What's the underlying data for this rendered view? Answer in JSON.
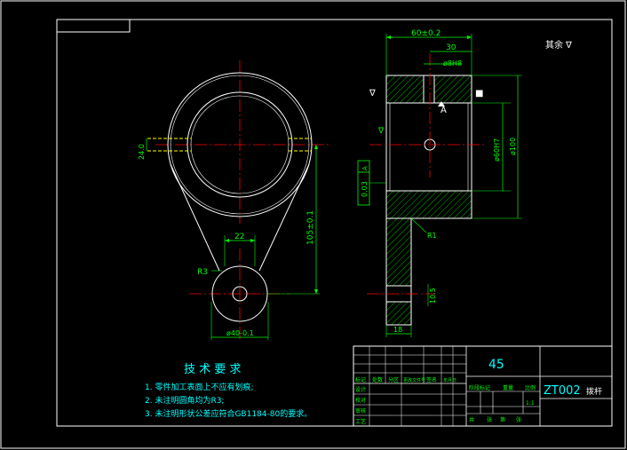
{
  "colors": {
    "background": "#000000",
    "border": "#ffffff",
    "outline": "#ffffff",
    "dimension": "#00ff00",
    "centerline": "#ff0000",
    "hatch": "#00ff00",
    "hidden_line": "#ffff00",
    "title_text": "#00ffff",
    "notes_text": "#00ffff",
    "frame_outer": "#00ffff"
  },
  "surface_note": "其余 ∇",
  "dimensions": {
    "overall_width": "60±0.2",
    "step_width": "30",
    "bore_dia": "ø8H8",
    "inner_dia": "ø60H7",
    "outer_dia": "ø100",
    "flange_width": "18",
    "hole_offset": "10.5",
    "center_distance": "105±0.1",
    "front_slot": "22",
    "front_base_dia": "ø40-0.1",
    "front_height": "24.0",
    "fillet_r3": "R3",
    "fillet_r1": "R1",
    "datum_label": "A",
    "tolerance_value": "0.03",
    "tolerance_datum": "A"
  },
  "notes": {
    "heading": "技 术 要 求",
    "items": [
      "1. 零件加工表面上不应有划痕;",
      "2. 未注明圆角均为R3;",
      "3. 未注明形状公差应符合GB1184-80的要求。"
    ]
  },
  "title_block": {
    "material": "45",
    "drawing_no": "ZT002",
    "part_name": "拨杆",
    "scale": "1:1",
    "col_labels": [
      "标记",
      "处数",
      "分区",
      "更改文件号",
      "签名",
      "年月日"
    ],
    "row_labels": [
      "设计",
      "校对",
      "审核",
      "工艺"
    ],
    "stage_labels": [
      "阶段标记",
      "重量",
      "比例"
    ],
    "sheet_labels": [
      "共",
      "张",
      "第",
      "张"
    ]
  }
}
